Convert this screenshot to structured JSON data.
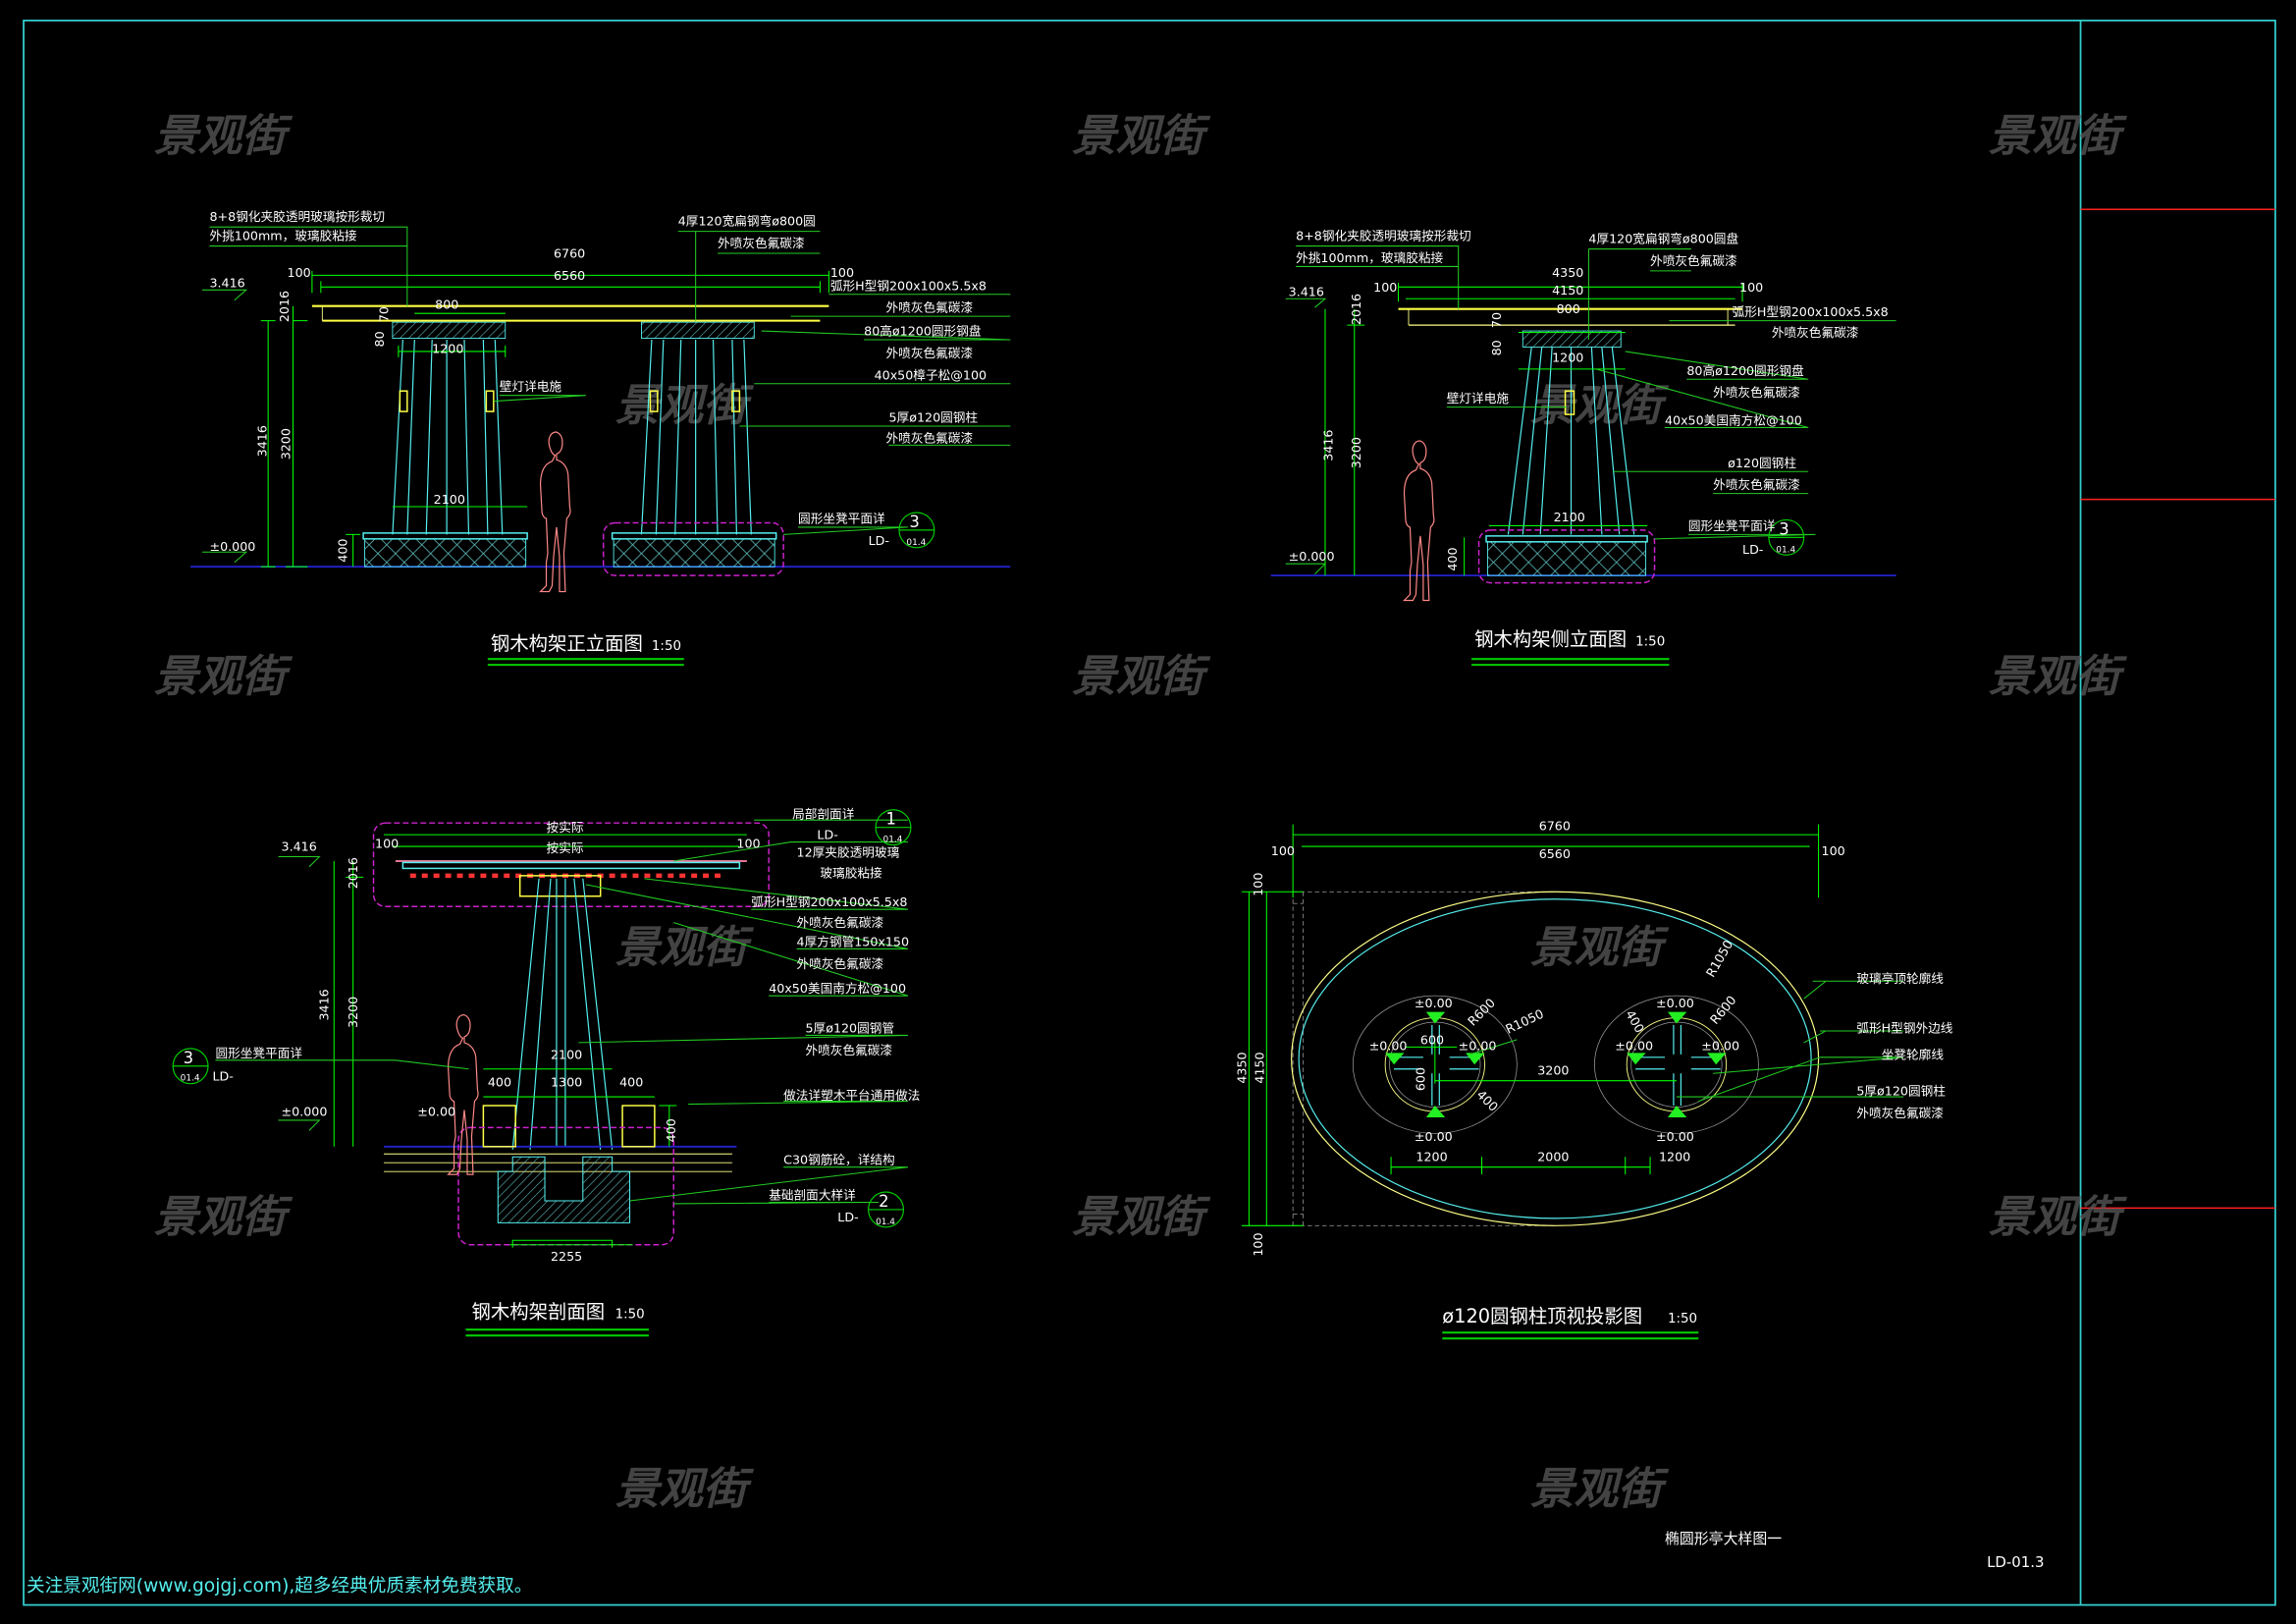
{
  "watermark": "景观街",
  "front": {
    "title": "钢木构架正立面图",
    "scale": "1:50",
    "labels": [
      "8+8钢化夹胶透明玻璃按形裁切",
      "外挑100mm，玻璃胶粘接",
      "4厚120宽扁钢弯ø800圆",
      "外喷灰色氟碳漆",
      "弧形H型钢200x100x5.5x8",
      "外喷灰色氟碳漆",
      "80高ø1200圆形钢盘",
      "外喷灰色氟碳漆",
      "40x50樟子松@100",
      "壁灯详电施",
      "5厚ø120圆钢柱",
      "外喷灰色氟碳漆",
      "圆形坐凳平面详",
      "LD-",
      "3",
      "01.4"
    ],
    "dims": [
      "6760",
      "6560",
      "100",
      "100",
      "3.416",
      "2016",
      "800",
      "70",
      "80",
      "1200",
      "3416",
      "3200",
      "2100",
      "±0.000",
      "400"
    ]
  },
  "side": {
    "title": "钢木构架侧立面图",
    "scale": "1:50",
    "labels": [
      "8+8钢化夹胶透明玻璃按形裁切",
      "外挑100mm，玻璃胶粘接",
      "4厚120宽扁钢弯ø800圆盘",
      "外喷灰色氟碳漆",
      "弧形H型钢200x100x5.5x8",
      "外喷灰色氟碳漆",
      "80高ø1200圆形钢盘",
      "外喷灰色氟碳漆",
      "40x50美国南方松@100",
      "壁灯详电施",
      "ø120圆钢柱",
      "外喷灰色氟碳漆",
      "圆形坐凳平面详",
      "LD-",
      "3",
      "01.4"
    ],
    "dims": [
      "4350",
      "4150",
      "100",
      "100",
      "3.416",
      "2016",
      "800",
      "70",
      "80",
      "1200",
      "3416",
      "3200",
      "2100",
      "±0.000",
      "400"
    ]
  },
  "section": {
    "title": "钢木构架剖面图",
    "scale": "1:50",
    "labels": [
      "局部剖面详",
      "LD-",
      "1",
      "01.4",
      "12厚夹胶透明玻璃",
      "玻璃胶粘接",
      "弧形H型钢200x100x5.5x8",
      "外喷灰色氟碳漆",
      "4厚方钢管150x150",
      "外喷灰色氟碳漆",
      "40x50美国南方松@100",
      "5厚ø120圆钢管",
      "外喷灰色氟碳漆",
      "圆形坐凳平面详",
      "LD-",
      "3",
      "01.4",
      "做法详塑木平台通用做法",
      "C30钢筋砼，详结构",
      "基础剖面大样详",
      "LD-",
      "2",
      "01.4"
    ],
    "dims": [
      "按实际",
      "按实际",
      "100",
      "100",
      "3.416",
      "2016",
      "3416",
      "3200",
      "2100",
      "400",
      "1300",
      "400",
      "±0.000",
      "±0.00",
      "400",
      "2255"
    ]
  },
  "plan": {
    "title": "ø120圆钢柱顶视投影图",
    "scale": "1:50",
    "labels": [
      "玻璃亭顶轮廓线",
      "弧形H型钢外边线",
      "坐凳轮廓线",
      "5厚ø120圆钢柱",
      "外喷灰色氟碳漆"
    ],
    "dims": [
      "6760",
      "6560",
      "100",
      "100",
      "4350",
      "4150",
      "100",
      "100",
      "3200",
      "1200",
      "2000",
      "1200",
      "R600",
      "R1050",
      "R600",
      "R1050",
      "600",
      "600",
      "400",
      "400"
    ],
    "level": "±0.00"
  },
  "sheet": {
    "name": "椭圆形亭大样图一",
    "number": "LD-01.3"
  },
  "footer": "关注景观街网(www.gojgj.com),超多经典优质素材免费获取。",
  "colors": {
    "frame": "#33cccc",
    "dim": "#00ff00",
    "column": "#55eeee",
    "roof": "#ffff44",
    "bench_outline": "#cc22cc",
    "person": "#ff8888",
    "ground": "#2222cc",
    "titleblock_red": "#ff2020"
  }
}
